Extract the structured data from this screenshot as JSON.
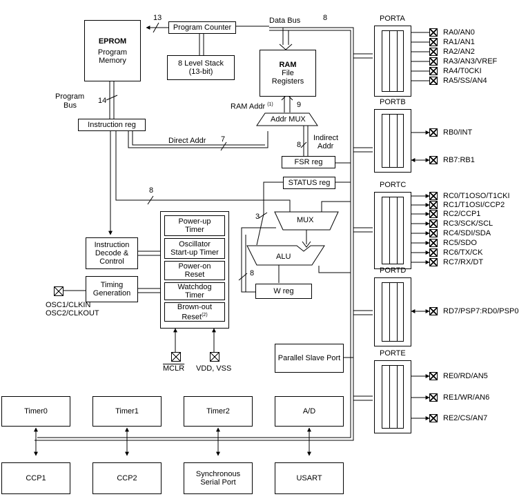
{
  "blocks": {
    "eprom_title": "EPROM",
    "eprom_sub": "Program Memory",
    "program_counter": "Program Counter",
    "stack": [
      "8 Level Stack",
      "(13-bit)"
    ],
    "ram_title": "RAM",
    "ram_sub": [
      "File",
      "Registers"
    ],
    "instruction_reg": "Instruction reg",
    "addr_mux": "Addr MUX",
    "fsr_reg": "FSR reg",
    "status_reg": "STATUS reg",
    "mux": "MUX",
    "alu": "ALU",
    "w_reg": "W reg",
    "instruction_decode": [
      "Instruction",
      "Decode &",
      "Control"
    ],
    "timing_generation": [
      "Timing",
      "Generation"
    ],
    "powerup_timer": [
      "Power-up",
      "Timer"
    ],
    "oscillator_startup": [
      "Oscillator",
      "Start-up Timer"
    ],
    "poweron_reset": [
      "Power-on",
      "Reset"
    ],
    "watchdog_timer": [
      "Watchdog",
      "Timer"
    ],
    "brownout_reset": [
      "Brown-out",
      "Reset"
    ],
    "brownout_note": "(2)",
    "parallel_slave_port": "Parallel Slave Port",
    "timer0": "Timer0",
    "timer1": "Timer1",
    "timer2": "Timer2",
    "ad": "A/D",
    "ccp1": "CCP1",
    "ccp2": "CCP2",
    "ssp": [
      "Synchronous",
      "Serial Port"
    ],
    "usart": "USART"
  },
  "labels": {
    "data_bus": "Data Bus",
    "bus_width_8": "8",
    "bus_width_13": "13",
    "bus_width_14": "14",
    "bus_width_9": "9",
    "bus_width_7": "7",
    "bus_width_3": "3",
    "program_bus": [
      "Program",
      "Bus"
    ],
    "ram_addr": "RAM Addr",
    "ram_addr_note": "(1)",
    "direct_addr": "Direct Addr",
    "indirect_addr": [
      "Indirect",
      "Addr"
    ],
    "osc": [
      "OSC1/CLKIN",
      "OSC2/CLKOUT"
    ],
    "mclr": "MCLR",
    "vdd_vss": "VDD, VSS"
  },
  "ports": {
    "porta": {
      "title": "PORTA",
      "pins": [
        "RA0/AN0",
        "RA1/AN1",
        "RA2/AN2",
        "RA3/AN3/VREF",
        "RA4/T0CKI",
        "RA5/SS/AN4"
      ]
    },
    "portb": {
      "title": "PORTB",
      "pins": [
        "RB0/INT",
        "RB7:RB1"
      ]
    },
    "portc": {
      "title": "PORTC",
      "pins": [
        "RC0/T1OSO/T1CKI",
        "RC1/T1OSI/CCP2",
        "RC2/CCP1",
        "RC3/SCK/SCL",
        "RC4/SDI/SDA",
        "RC5/SDO",
        "RC6/TX/CK",
        "RC7/RX/DT"
      ]
    },
    "portd": {
      "title": "PORTD",
      "pins": [
        "RD7/PSP7:RD0/PSP0"
      ]
    },
    "porte": {
      "title": "PORTE",
      "pins": [
        "RE0/RD/AN5",
        "RE1/WR/AN6",
        "RE2/CS/AN7"
      ]
    }
  }
}
